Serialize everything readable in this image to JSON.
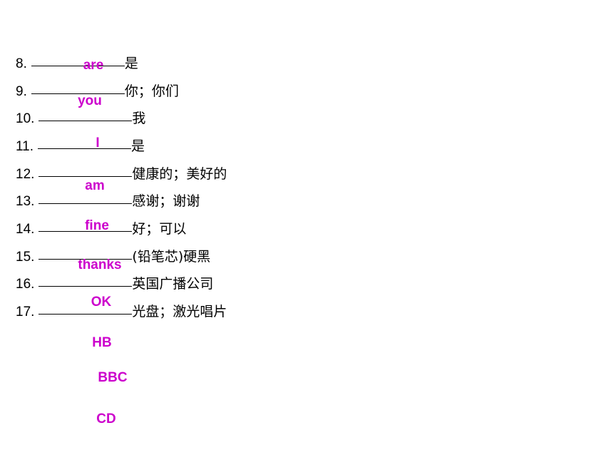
{
  "items": [
    {
      "number": "8.",
      "meaning": "是"
    },
    {
      "number": "9.",
      "meaning": "你；你们"
    },
    {
      "number": "10.",
      "meaning": "我"
    },
    {
      "number": "11.",
      "meaning": "是"
    },
    {
      "number": "12.",
      "meaning": "健康的；美好的"
    },
    {
      "number": "13.",
      "meaning": "感谢；谢谢"
    },
    {
      "number": "14.",
      "meaning": "好；可以"
    },
    {
      "number": "15.",
      "meaning": "(铅笔芯)硬黑"
    },
    {
      "number": "16.",
      "meaning": "英国广播公司"
    },
    {
      "number": "17.",
      "meaning": "光盘；激光唱片"
    }
  ],
  "answers": [
    "are",
    "you",
    "I",
    "am",
    "fine",
    "thanks",
    "OK",
    "HB",
    "BBC",
    "CD"
  ],
  "colors": {
    "answer": "#cc00cc",
    "text": "#000000"
  }
}
